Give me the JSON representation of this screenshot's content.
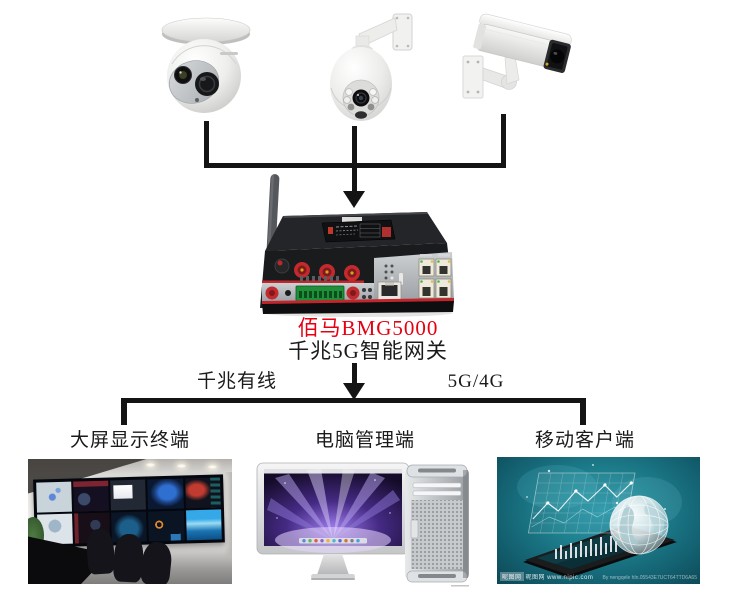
{
  "palette": {
    "line": "#141414",
    "red_text": "#e60012",
    "black_text": "#1a1a1a",
    "router_red": "#c0272d",
    "teal_bg": "#1b7d8e"
  },
  "cameras": [
    {
      "name": "dome-camera"
    },
    {
      "name": "ptz-dome-camera"
    },
    {
      "name": "bullet-camera"
    }
  ],
  "gateway": {
    "title": "佰马BMG5000",
    "subtitle": "千兆5G智能网关"
  },
  "branches": {
    "left": "千兆有线",
    "right": "5G/4G"
  },
  "terminals": [
    {
      "label": "大屏显示终端"
    },
    {
      "label": "电脑管理端"
    },
    {
      "label": "移动客户端"
    }
  ],
  "watermarks": {
    "nipic_left": "昵图网 www.nipic.com",
    "nipic_right": "By nengqele hln.05543E7UCT64TTD6A65"
  }
}
